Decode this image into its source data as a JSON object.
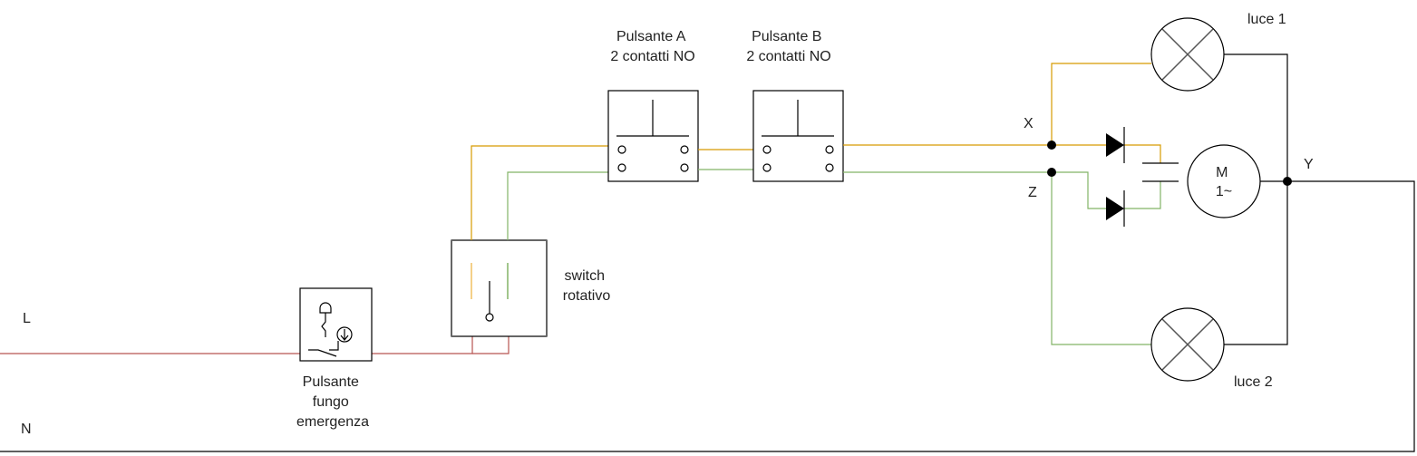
{
  "lines": {
    "phase_label": "L",
    "neutral_label": "N"
  },
  "components": {
    "emergency_button": {
      "label_lines": [
        "Pulsante",
        "fungo",
        "emergenza"
      ]
    },
    "rotary_switch": {
      "label_lines": [
        "switch",
        "rotativo"
      ]
    },
    "button_a": {
      "label_lines": [
        "Pulsante A",
        "2 contatti NO"
      ]
    },
    "button_b": {
      "label_lines": [
        "Pulsante B",
        "2 contatti NO"
      ]
    },
    "motor": {
      "label_lines": [
        "M",
        "1~"
      ]
    },
    "lamp_1": {
      "label": "luce 1"
    },
    "lamp_2": {
      "label": "luce 2"
    }
  },
  "nodes": {
    "x": "X",
    "y": "Y",
    "z": "Z"
  },
  "colors": {
    "phase": "#b85450",
    "line_orange": "#d79b00",
    "line_green": "#82b366",
    "neutral": "#000000"
  }
}
